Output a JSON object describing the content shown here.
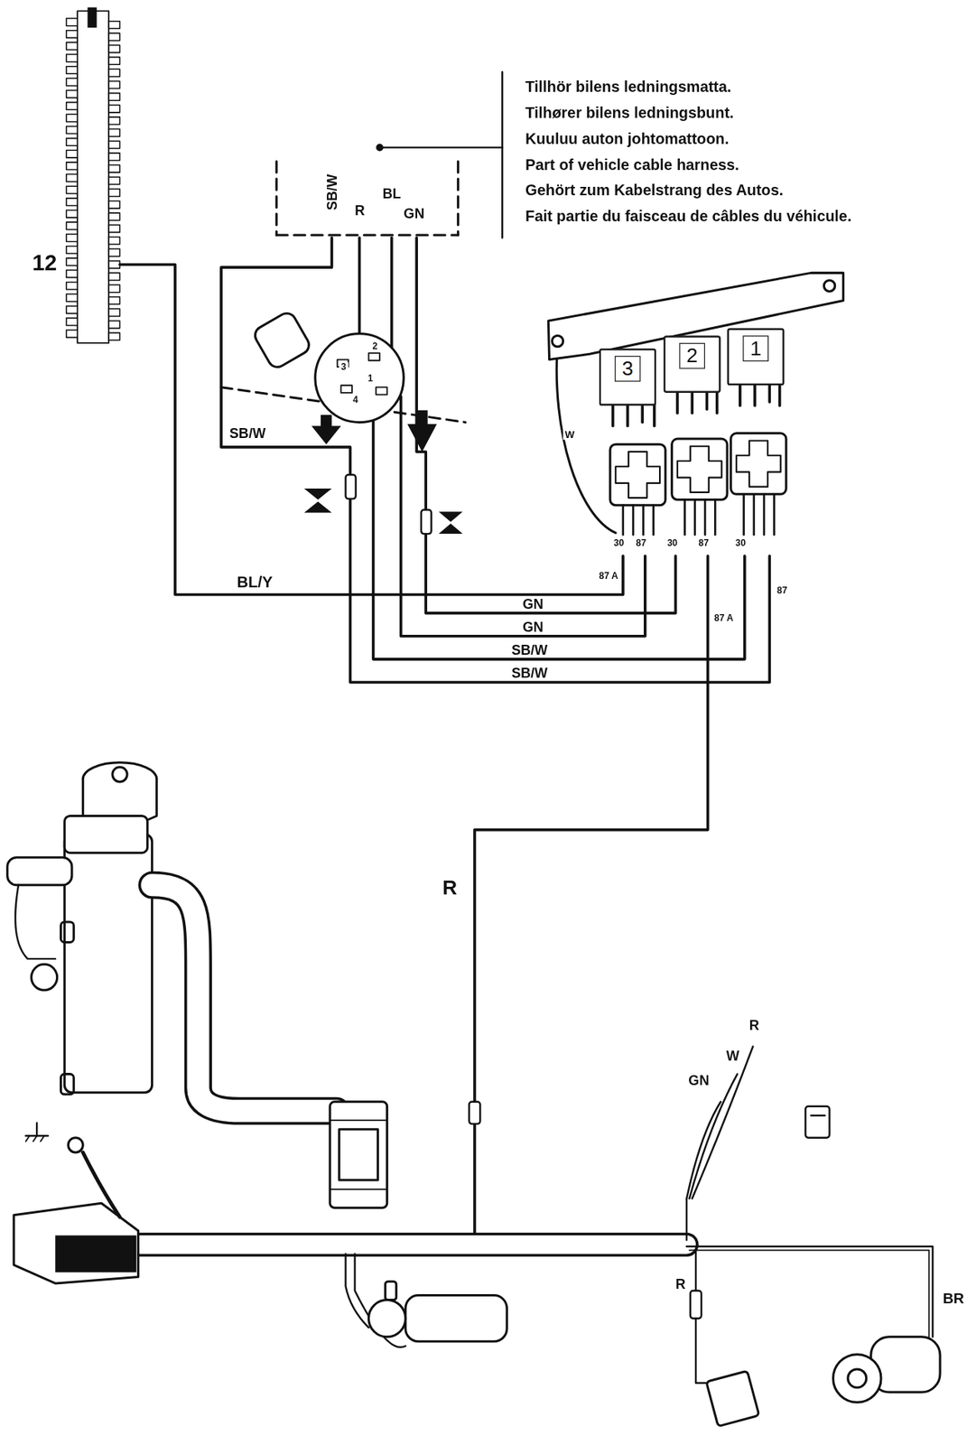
{
  "diagram": {
    "nodes": [
      {
        "text": [
          "3"
        ]
      },
      {
        "text": [
          "2"
        ]
      },
      {
        "text": [
          "1"
        ]
      }
    ],
    "labels": [
      "Tillhör bilens ledningsmatta.",
      "Tilhører bilens ledningsbunt.",
      "Kuuluu auton johtomattoon.",
      "Part of vehicle cable harness.",
      "Gehört zum Kabelstrang des Autos.",
      "Fait partie du faisceau de câbles du véhicule.",
      "12",
      "SB/W",
      "R",
      "BL",
      "GN",
      "2",
      "3",
      "1",
      "4",
      "SB/W",
      "W",
      "30",
      "87",
      "30",
      "87",
      "30",
      "87 A",
      "87",
      "87 A",
      "BL/Y",
      "GN",
      "GN",
      "SB/W",
      "SB/W",
      "R",
      "GN",
      "W",
      "R",
      "R",
      "BR"
    ]
  }
}
